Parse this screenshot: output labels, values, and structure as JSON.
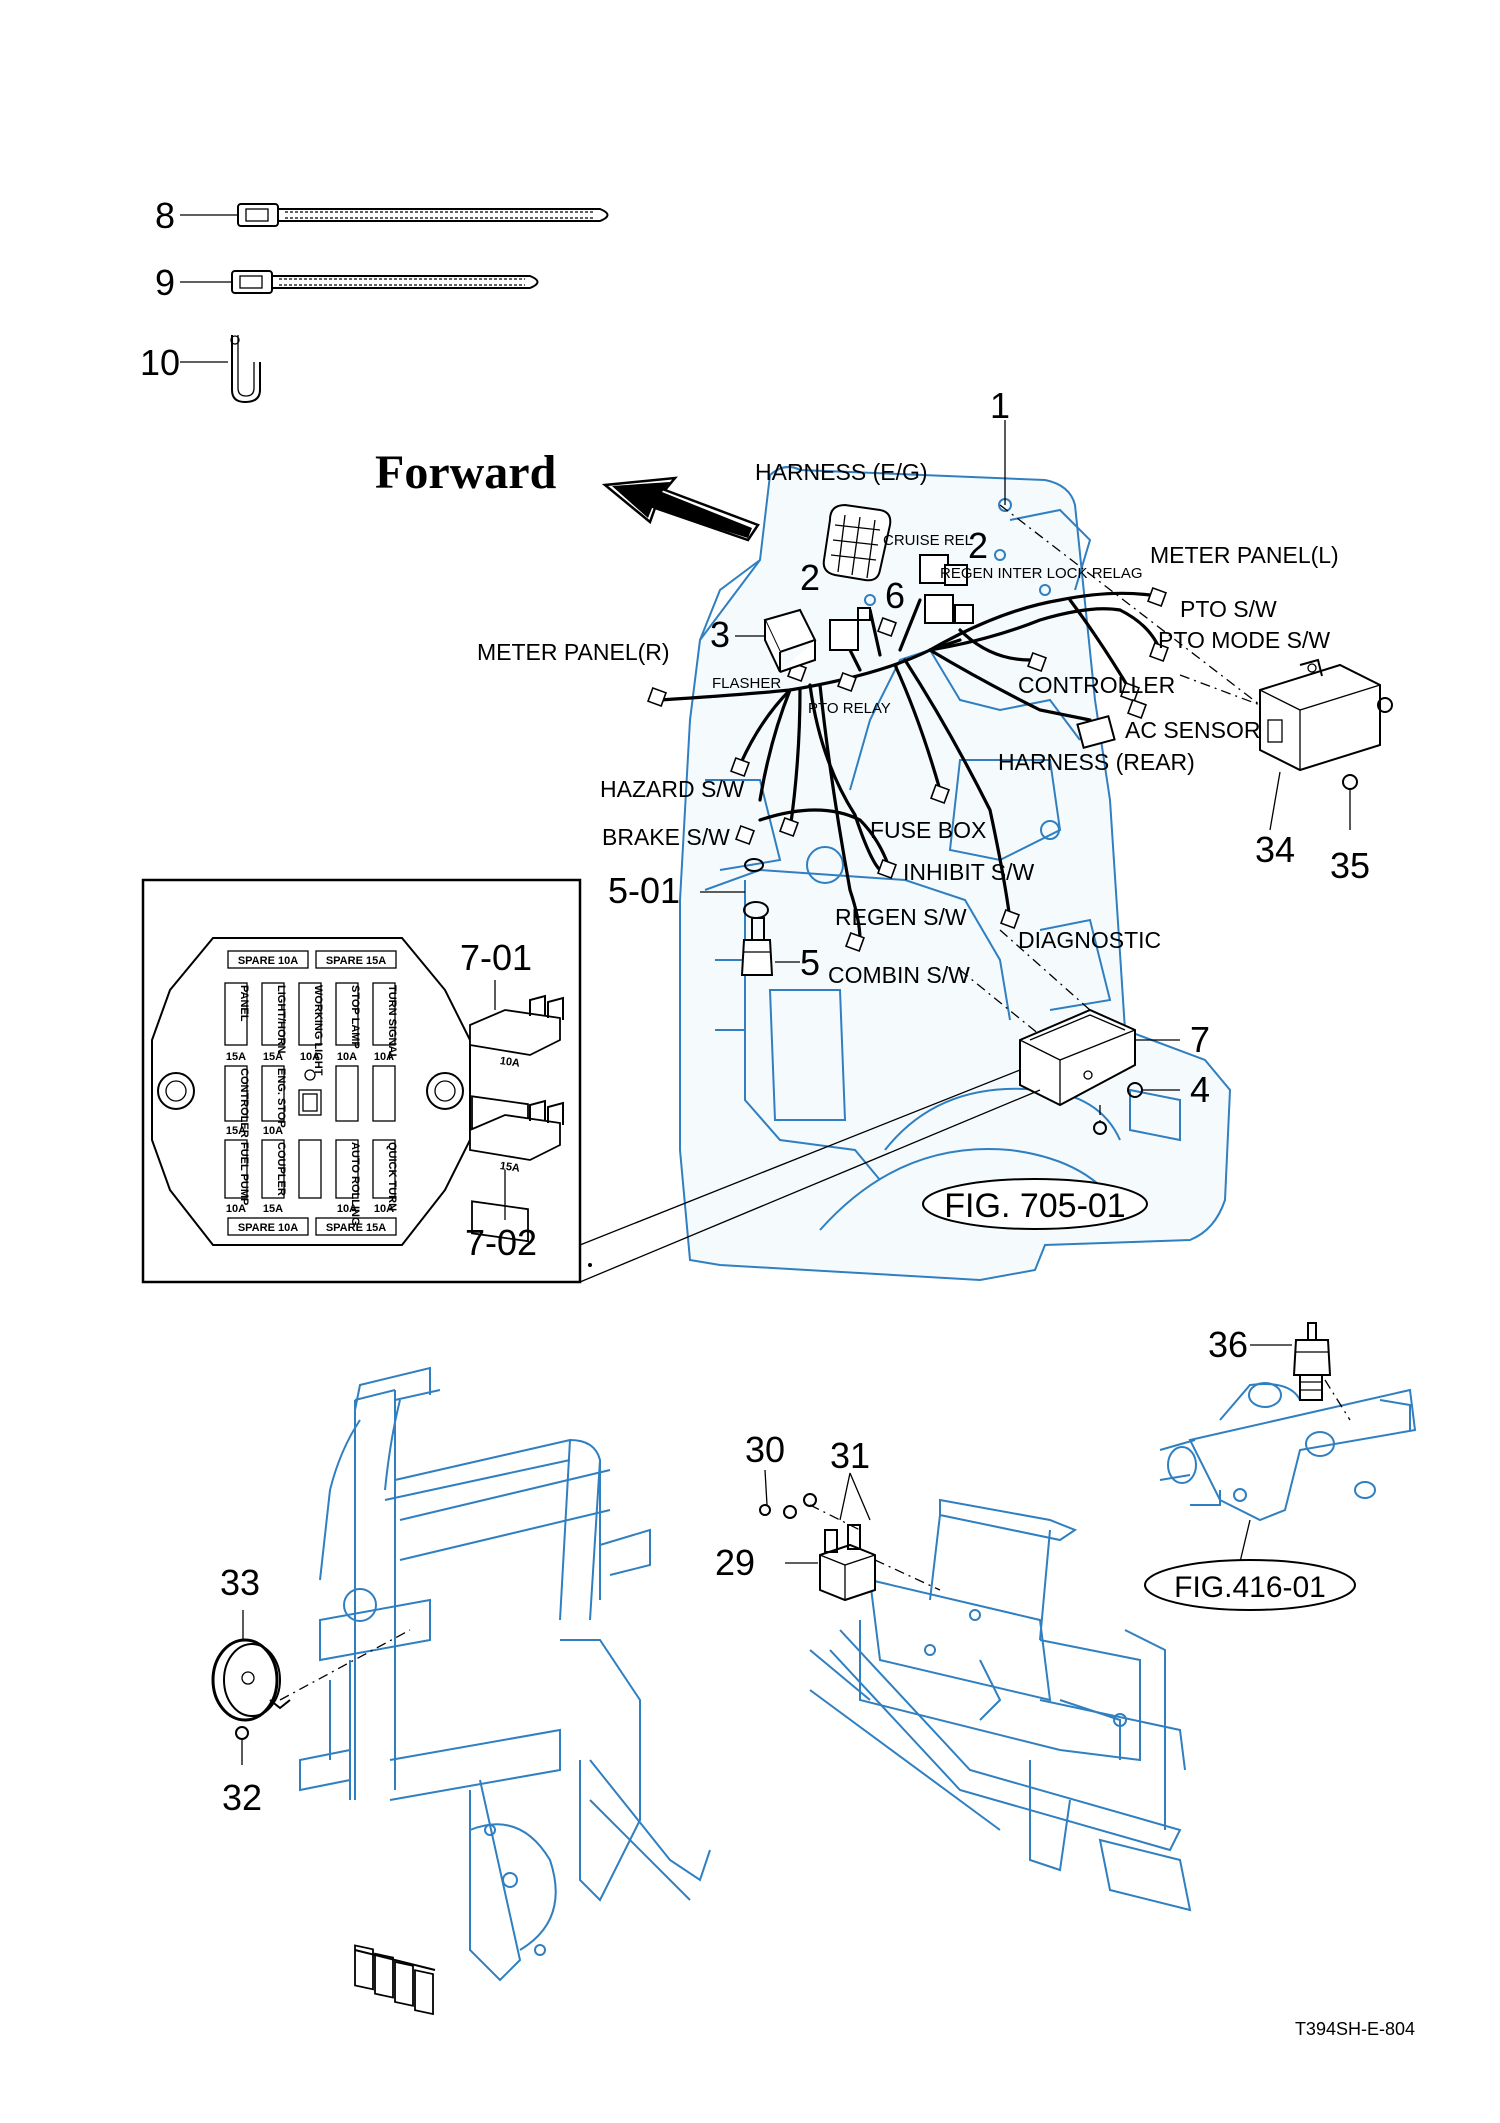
{
  "forward_label": "Forward",
  "part_numbers": {
    "p1": "1",
    "p2a": "2",
    "p2b": "2",
    "p3": "3",
    "p4": "4",
    "p5": "5",
    "p501": "5-01",
    "p6": "6",
    "p7": "7",
    "p701": "7-01",
    "p702": "7-02",
    "p8": "8",
    "p9": "9",
    "p10": "10",
    "p29": "29",
    "p30": "30",
    "p31": "31",
    "p32": "32",
    "p33": "33",
    "p34": "34",
    "p35": "35",
    "p36": "36"
  },
  "callouts": {
    "harness_eg": "HARNESS (E/G)",
    "cruise_rel": "CRUISE REL",
    "regen_inter_lock": "REGEN INTER LOCK RELAG",
    "meter_panel_l": "METER PANEL(L)",
    "pto_sw": "PTO S/W",
    "pto_mode_sw": "PTO MODE S/W",
    "meter_panel_r": "METER PANEL(R)",
    "flasher": "FLASHER",
    "controller": "CONTROLLER",
    "pto_relay": "PTO RELAY",
    "ac_sensor": "AC SENSOR",
    "harness_rear": "HARNESS (REAR)",
    "hazard_sw": "HAZARD S/W",
    "brake_sw": "BRAKE S/W",
    "fuse_box": "FUSE BOX",
    "inhibit_sw": "INHIBIT S/W",
    "regen_sw": "REGEN S/W",
    "diagnostic": "DIAGNOSTIC",
    "combin_sw": "COMBIN S/W"
  },
  "figure_refs": {
    "fig705": "FIG. 705-01",
    "fig416": "FIG.416-01"
  },
  "fuse_panel": {
    "top_left": "SPARE 10A",
    "top_right": "SPARE 15A",
    "bottom_left": "SPARE 10A",
    "bottom_right": "SPARE 15A",
    "row1": [
      {
        "label": "PANEL",
        "amp": "15A"
      },
      {
        "label": "LIGHT/HORN",
        "amp": "15A"
      },
      {
        "label": "WORKING LIGHT",
        "amp": "10A"
      },
      {
        "label": "STOP LAMP",
        "amp": "10A"
      },
      {
        "label": "TURN SIGNAL",
        "amp": "10A"
      }
    ],
    "row2": [
      {
        "label": "CONTROLER",
        "amp": "15A"
      },
      {
        "label": "ENG. STOP",
        "amp": "10A"
      }
    ],
    "row3": [
      {
        "label": "FUEL PUMP",
        "amp": "10A"
      },
      {
        "label": "COUPLER",
        "amp": "15A"
      },
      {
        "label": "AUTO ROLLING",
        "amp": "10A"
      },
      {
        "label": "QUICK TURN",
        "amp": "10A"
      }
    ],
    "fuse_10a": "10A",
    "fuse_15a": "15A"
  },
  "doc_code": "T394SH-E-804"
}
